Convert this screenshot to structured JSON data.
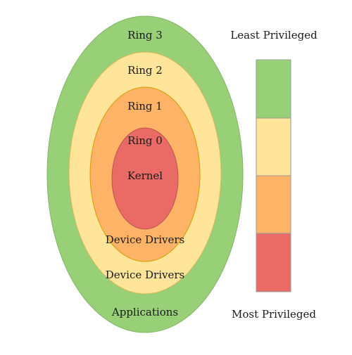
{
  "rings": [
    {
      "name": "ring-3",
      "top_label": "Ring 3",
      "bottom_label": "Applications",
      "fill": "#97d077",
      "stroke": "#82b366"
    },
    {
      "name": "ring-2",
      "top_label": "Ring 2",
      "bottom_label": "Device Drivers",
      "fill": "#ffe599",
      "stroke": "#d6b656"
    },
    {
      "name": "ring-1",
      "top_label": "Ring 1",
      "bottom_label": "Device Drivers",
      "fill": "#ffb366",
      "stroke": "#d79b00"
    },
    {
      "name": "ring-0",
      "top_label": "Ring 0",
      "center_label": "Kernel",
      "fill": "#ea6b66",
      "stroke": "#b85450"
    }
  ],
  "privilege_scale": {
    "top_label": "Least Privileged",
    "bottom_label": "Most Privileged",
    "colors": [
      "#97d077",
      "#ffe599",
      "#ffb366",
      "#ea6b66"
    ],
    "stroke": "#999999"
  }
}
